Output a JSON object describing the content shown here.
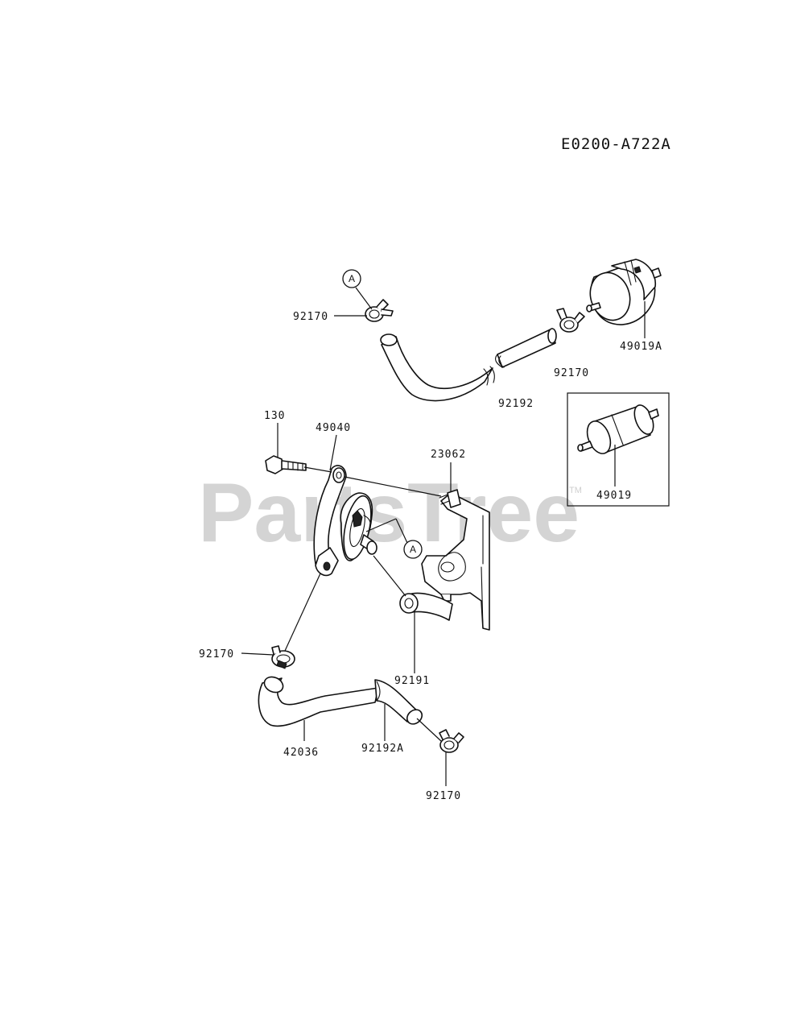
{
  "diagram_code": "E0200-A722A",
  "watermark": {
    "text": "PartsTree",
    "trademark": "TM"
  },
  "callouts": [
    {
      "letter": "A"
    },
    {
      "letter": "A"
    }
  ],
  "parts": [
    {
      "number": "92170"
    },
    {
      "number": "49019A"
    },
    {
      "number": "92170"
    },
    {
      "number": "92192"
    },
    {
      "number": "49019"
    },
    {
      "number": "130"
    },
    {
      "number": "49040"
    },
    {
      "number": "23062"
    },
    {
      "number": "92170"
    },
    {
      "number": "92191"
    },
    {
      "number": "42036"
    },
    {
      "number": "92192A"
    },
    {
      "number": "92170"
    }
  ]
}
